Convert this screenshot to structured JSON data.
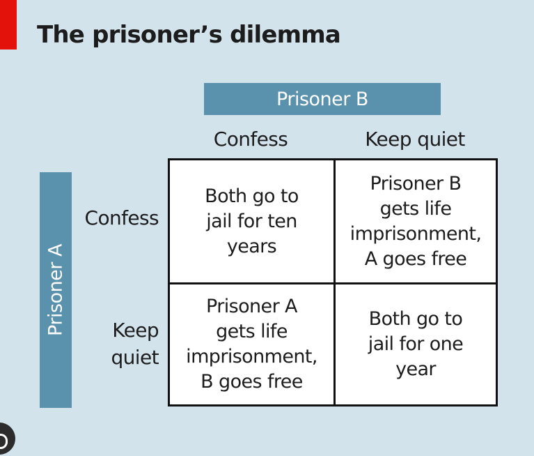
{
  "colors": {
    "background": "#d3e3ec",
    "accent_red": "#e3120b",
    "header_blue": "#5a92ad",
    "grid_line": "#111111",
    "cell_fill": "#ffffff",
    "text": "#1c1c1c"
  },
  "title": "The prisoner’s dilemma",
  "prisoner_b": {
    "label": "Prisoner B",
    "columns": [
      "Confess",
      "Keep quiet"
    ]
  },
  "prisoner_a": {
    "label": "Prisoner A",
    "rows": [
      "Confess",
      "Keep\nquiet"
    ]
  },
  "matrix": [
    [
      "Both go to\njail for ten\nyears",
      "Prisoner B\ngets life\nimprisonment,\nA goes free"
    ],
    [
      "Prisoner A\ngets life\nimprisonment,\nB goes free",
      "Both go to\njail for one\nyear"
    ]
  ],
  "icons": {
    "corner": "avatar-icon"
  }
}
